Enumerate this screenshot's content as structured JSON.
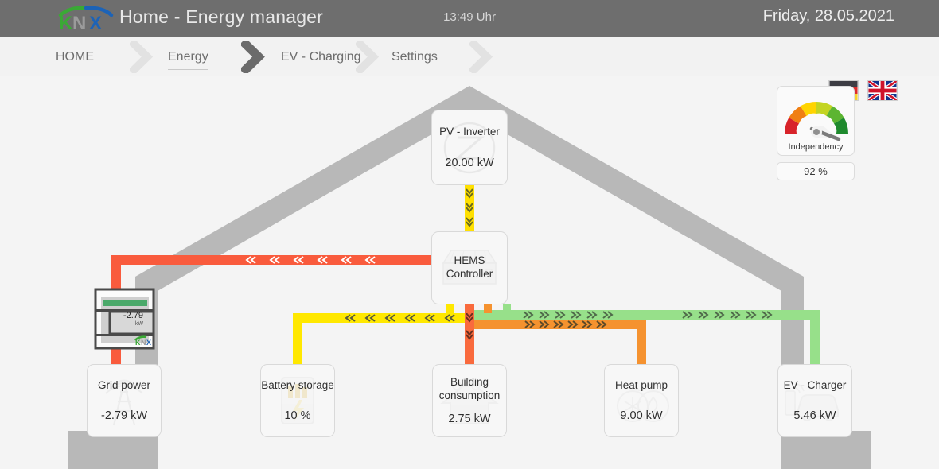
{
  "header": {
    "logo_alt": "KNX",
    "title": "Home - Energy manager",
    "time": "13:49 Uhr",
    "date": "Friday, 28.05.2021"
  },
  "nav": {
    "items": [
      {
        "label": "HOME",
        "active": false
      },
      {
        "label": "Energy",
        "active": true
      },
      {
        "label": "EV - Charging",
        "active": false
      },
      {
        "label": "Settings",
        "active": false
      }
    ],
    "languages": [
      {
        "name": "german-flag",
        "code": "DE"
      },
      {
        "name": "uk-flag",
        "code": "GB"
      }
    ]
  },
  "gauge": {
    "label": "Independency",
    "value": "92 %",
    "percent": 92,
    "segment_colors": [
      "#d8232a",
      "#f07f13",
      "#ffd400",
      "#c3d422",
      "#5cb531",
      "#1f8a2e"
    ]
  },
  "nodes": {
    "pv_inverter": {
      "label": "PV - Inverter",
      "value": "20.00 kW",
      "icon": "solar-inverter-icon"
    },
    "hems": {
      "label": "HEMS",
      "label2": "Controller",
      "value": "",
      "icon": "controller-icon"
    },
    "grid_power": {
      "label": "Grid power",
      "value": "-2.79 kW",
      "icon": "pylon-icon"
    },
    "battery_storage": {
      "label": "Battery storage",
      "value": "10 %",
      "icon": "battery-icon"
    },
    "building_consumption": {
      "label": "Building",
      "label2": "consumption",
      "value": "2.75 kW",
      "icon": "house-icon"
    },
    "heat_pump": {
      "label": "Heat pump",
      "value": "9.00 kW",
      "icon": "heatpump-icon"
    },
    "ev_charger": {
      "label": "EV - Charger",
      "value": "5.46 kW",
      "icon": "car-charger-icon"
    }
  },
  "meter": {
    "value": "-2.79",
    "unit": "kW",
    "brand": "KNX"
  },
  "flows": {
    "pv_to_hems": {
      "color": "#ffe000",
      "direction": "down"
    },
    "hems_to_grid": {
      "color": "#f95b3d",
      "direction": "left"
    },
    "hems_to_battery": {
      "color": "#ffe800",
      "direction": "left"
    },
    "hems_to_building": {
      "color": "#f96a3d",
      "direction": "down"
    },
    "hems_to_heatpump": {
      "color": "#f5922f",
      "direction": "right"
    },
    "hems_to_ev": {
      "color": "#97e08a",
      "direction": "right"
    }
  },
  "colors": {
    "titlebar": "#6e6e6e",
    "background": "#f4f4f4",
    "house_outline": "#b8b8b8"
  }
}
